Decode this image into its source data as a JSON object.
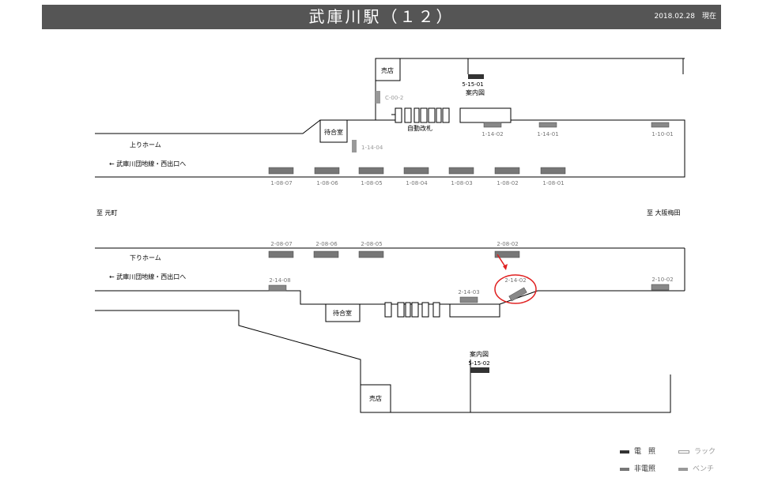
{
  "header": {
    "title": "武庫川駅（１２）",
    "date": "2018.02.28　現在"
  },
  "colors": {
    "header_bg": "#555555",
    "lamp": "#333333",
    "non_lamp": "#777777",
    "rack": "#999999",
    "bench": "#999999",
    "highlight": "#e02020"
  },
  "rooms": {
    "shop_upper": "売店",
    "waiting_upper": "待合室",
    "waiting_lower": "待合室",
    "shop_lower": "売店"
  },
  "labels": {
    "gate": "自動改札",
    "platform_up": "上りホーム",
    "platform_down": "下りホーム",
    "transfer_up": "←  武庫川団地線・西出口へ",
    "transfer_down": "←  武庫川団地線・西出口へ",
    "to_left": "至  元町",
    "to_right": "至  大阪梅田"
  },
  "signs": {
    "map_upper_code": "5-15-01",
    "map_upper_label": "案内図",
    "map_lower_label": "案内図",
    "map_lower_code": "5-15-02",
    "rack_upper": "C-00-2",
    "rack_waiting": "1-14-04"
  },
  "upper_benches": [
    "1-14-02",
    "1-14-01",
    "1-10-01"
  ],
  "upper_lamps": [
    "1-08-07",
    "1-08-06",
    "1-08-05",
    "1-08-04",
    "1-08-03",
    "1-08-02",
    "1-08-01"
  ],
  "lower_lamps": [
    "2-08-07",
    "2-08-06",
    "2-08-05",
    "2-08-02"
  ],
  "lower_benches": [
    "2-14-08",
    "2-14-03",
    "2-14-02",
    "2-10-02"
  ],
  "legend": {
    "lamp": "電　照",
    "rack": "ラック",
    "non_lamp": "非電照",
    "bench": "ベンチ"
  }
}
